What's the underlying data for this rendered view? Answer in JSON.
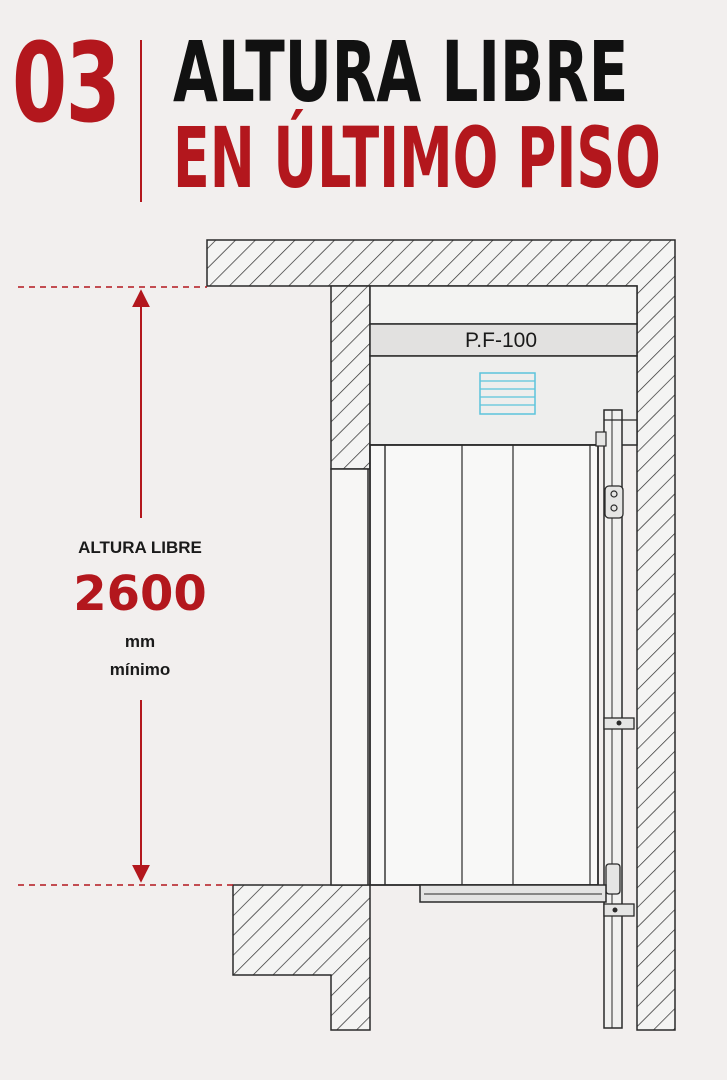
{
  "header": {
    "number": "03",
    "title_line_1": "ALTURA LIBRE",
    "title_line_2": "EN ÚLTIMO PISO"
  },
  "dimension": {
    "label": "ALTURA LIBRE",
    "value": "2600",
    "unit": "mm",
    "note": "mínimo"
  },
  "door": {
    "model_label": "P.F-100"
  },
  "colors": {
    "accent": "#b3171d",
    "text": "#111111",
    "background": "#f2efee",
    "vent": "#5cc4dc"
  }
}
